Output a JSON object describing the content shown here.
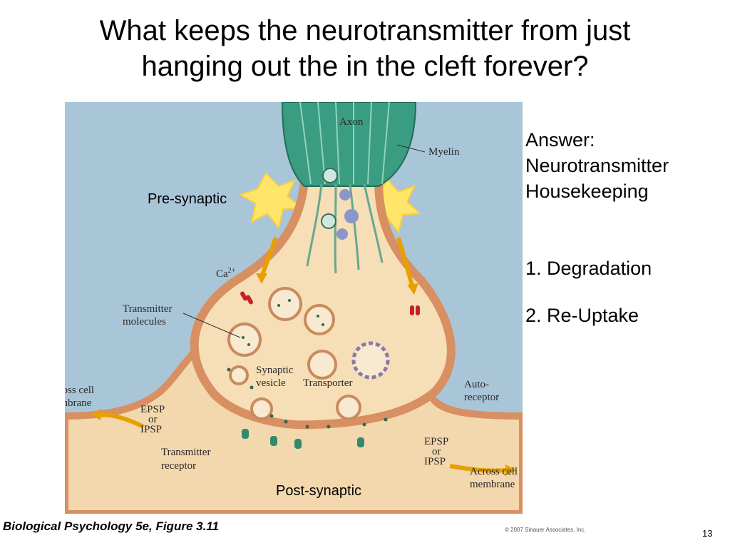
{
  "slide": {
    "title_line1": "What keeps the neurotransmitter from just",
    "title_line2": "hanging out the in the cleft forever?",
    "page_number": "13"
  },
  "answer": {
    "line1": "Answer:",
    "line2": "Neurotransmitter",
    "line3": "Housekeeping",
    "items": [
      "1. Degradation",
      "2. Re-Uptake"
    ]
  },
  "figure": {
    "labels": {
      "axon": "Axon",
      "myelin": "Myelin",
      "pre_synaptic": "Pre-synaptic",
      "calcium": "Ca",
      "calcium_sup": "2+",
      "transmitter_molecules_1": "Transmitter",
      "transmitter_molecules_2": "molecules",
      "synaptic_vesicle_1": "Synaptic",
      "synaptic_vesicle_2": "vesicle",
      "transporter": "Transporter",
      "autoreceptor_1": "Auto-",
      "autoreceptor_2": "receptor",
      "across_cell_membrane_1": "Across cell",
      "across_cell_membrane_2": "membrane",
      "epsp": "EPSP",
      "or": "or",
      "ipsp": "IPSP",
      "transmitter_receptor_1": "Transmitter",
      "transmitter_receptor_2": "receptor",
      "post_synaptic": "Post-synaptic"
    },
    "colors": {
      "background": "#a9c6d8",
      "terminal": "#f6dfb6",
      "membrane": "#d88f62",
      "myelin": "#3a9c80",
      "postsynaptic": "#f3d7ad"
    }
  },
  "footer": {
    "caption": "Biological Psychology 5e, Figure 3.11",
    "copyright": "© 2007 Sinauer Associates, Inc."
  }
}
